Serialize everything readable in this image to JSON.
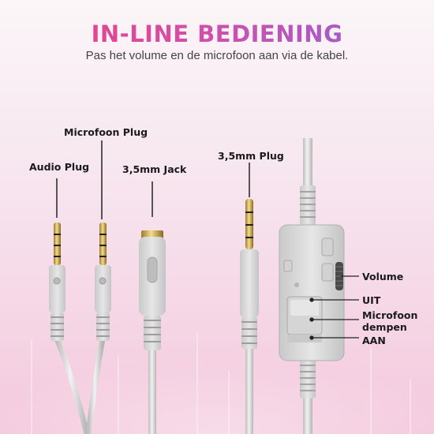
{
  "header": {
    "title": "IN-LINE BEDIENING",
    "subtitle": "Pas het volume en de microfoon aan via de kabel."
  },
  "labels": {
    "audio_plug": "Audio Plug",
    "microfoon_plug": "Microfoon Plug",
    "jack": "3,5mm Jack",
    "plug_35": "3,5mm Plug",
    "volume": "Volume",
    "uit": "UIT",
    "mute_line1": "Microfoon",
    "mute_line2": "dempen",
    "aan": "AAN"
  },
  "colors": {
    "title_start": "#ee3f7e",
    "title_end": "#8f63d8",
    "cable": "#d9d9d9"
  }
}
